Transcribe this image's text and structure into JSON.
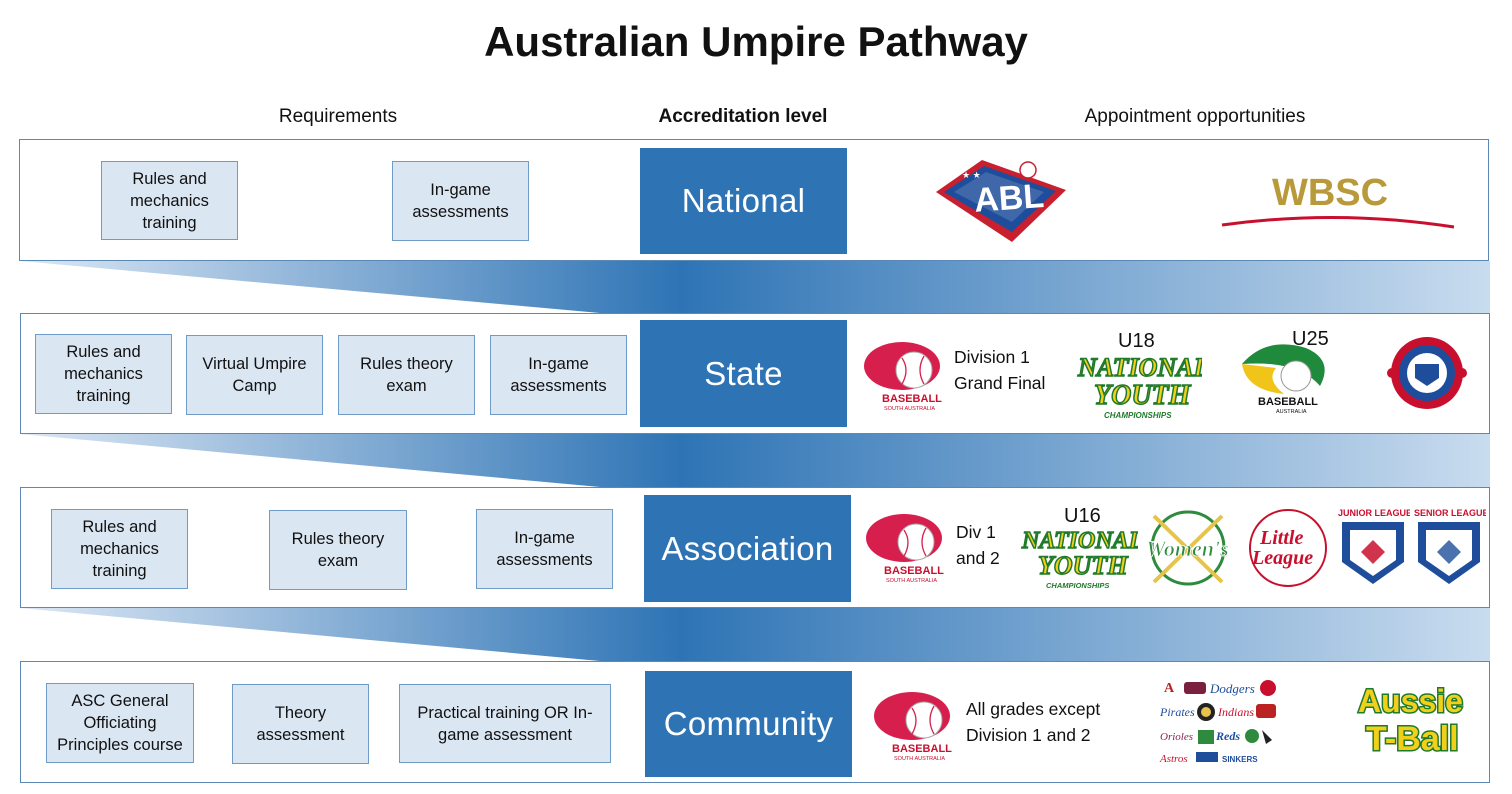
{
  "title": "Australian Umpire Pathway",
  "headers": {
    "requirements": "Requirements",
    "level": "Accreditation level",
    "appointments": "Appointment opportunities"
  },
  "colors": {
    "level_box": "#2e74b5",
    "req_box": "#dbe6f3",
    "border": "#5b88b5"
  },
  "tiers": [
    {
      "level": "National",
      "requirements": [
        "Rules and mechanics training",
        "In-game assessments"
      ],
      "appointments": [
        {
          "logo": "abl-logo",
          "text": "ABL"
        },
        {
          "logo": "wbsc-logo",
          "text": "WBSC"
        }
      ]
    },
    {
      "level": "State",
      "requirements": [
        "Rules and mechanics training",
        "Virtual Umpire Camp",
        "Rules theory exam",
        "In-game assessments"
      ],
      "appointments": [
        {
          "logo": "baseball-sa-logo",
          "text": "BASEBALL",
          "subtext": "SOUTH AUSTRALIA"
        },
        {
          "caption": "Division 1\nGrand Final"
        },
        {
          "logo": "national-youth-championships-logo",
          "label": "U18"
        },
        {
          "logo": "baseball-australia-logo",
          "label": "U25",
          "text": "BASEBALL",
          "subtext": "AUSTRALIA"
        },
        {
          "logo": "little-league-character-courage-loyalty-logo"
        }
      ]
    },
    {
      "level": "Association",
      "requirements": [
        "Rules and mechanics training",
        "Rules theory exam",
        "In-game assessments"
      ],
      "appointments": [
        {
          "logo": "baseball-sa-logo",
          "text": "BASEBALL",
          "subtext": "SOUTH AUSTRALIA"
        },
        {
          "caption": "Div 1\nand 2"
        },
        {
          "logo": "national-youth-championships-logo",
          "label": "U16"
        },
        {
          "logo": "womens-championship-logo"
        },
        {
          "logo": "australian-little-league-logo"
        },
        {
          "logo": "junior-league-logo",
          "text": "JUNIOR LEAGUE"
        },
        {
          "logo": "senior-league-logo",
          "text": "SENIOR LEAGUE"
        }
      ]
    },
    {
      "level": "Community",
      "requirements": [
        "ASC General Officiating Principles course",
        "Theory assessment",
        "Practical training OR In-game assessment"
      ],
      "appointments": [
        {
          "logo": "baseball-sa-logo",
          "text": "BASEBALL",
          "subtext": "SOUTH AUSTRALIA"
        },
        {
          "caption": "All grades except\nDivision 1 and 2"
        },
        {
          "logo": "club-logos-collage"
        },
        {
          "logo": "aussie-tball-logo"
        }
      ]
    }
  ]
}
